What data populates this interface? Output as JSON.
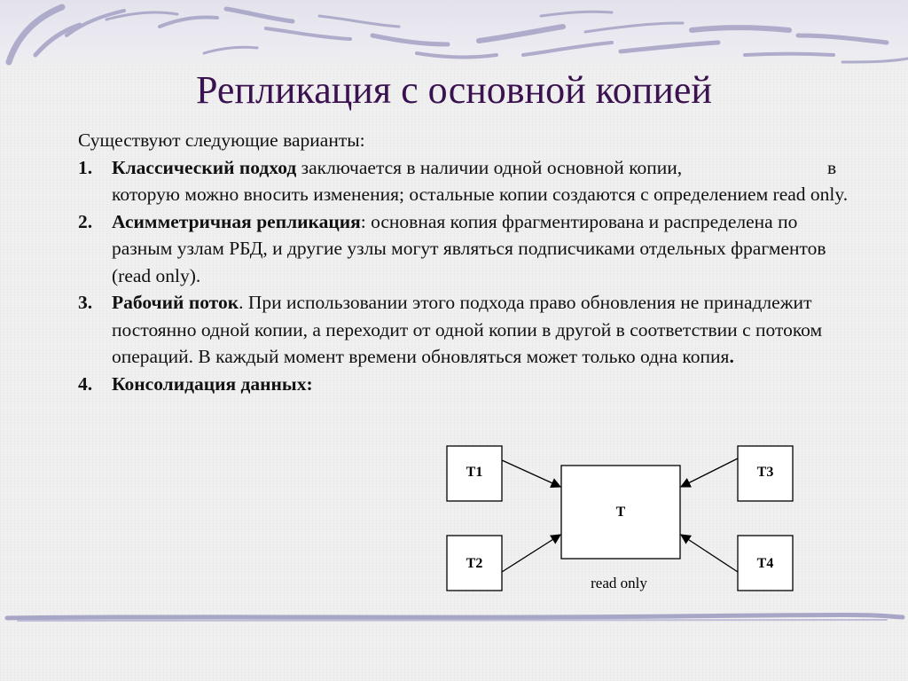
{
  "slide": {
    "title": "Репликация с основной копией",
    "intro": "Существуют следующие варианты:",
    "items": [
      {
        "num": "1.",
        "term": "Классический подход",
        "text": " заключается в наличии одной основной копии,",
        "tail": "в",
        "text2": "которую можно вносить изменения; остальные копии создаются с определением read only."
      },
      {
        "num": "2.",
        "term": "Асимметричная репликация",
        "text": ": основная копия фрагментирована и распределена по разным узлам РБД, и другие узлы могут являться подписчиками отдельных фрагментов (read only)."
      },
      {
        "num": "3.",
        "term": "Рабочий поток",
        "text": ". При использовании этого подхода право обновления не принадлежит постоянно одной копии, а переходит от одной копии в другой в соответствии с потоком операций. В каждый момент времени обновляться может только одна копия",
        "end": "."
      },
      {
        "num": "4.",
        "term": "Консолидация данных:"
      }
    ]
  },
  "diagram": {
    "nodes": {
      "t1": "T1",
      "t2": "T2",
      "t3": "T3",
      "t4": "T4",
      "center": "T"
    },
    "center_note": "read only"
  },
  "colors": {
    "title": "#3b1250",
    "decor": "#9a98bd"
  }
}
